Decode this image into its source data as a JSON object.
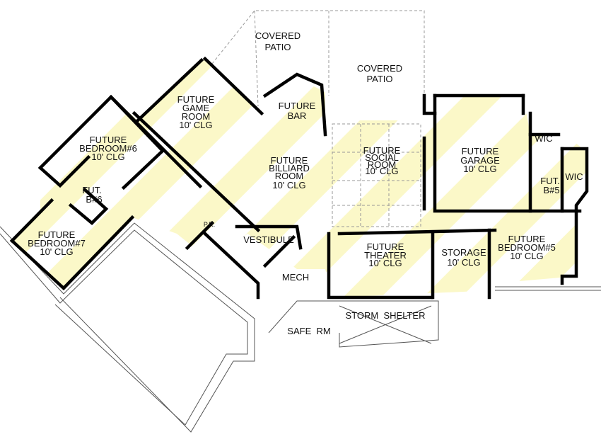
{
  "plan": {
    "stripe_color": "#fbf8c8",
    "wall_color": "#000000",
    "rooms": {
      "patio_left": {
        "lines": [
          "COVERED",
          "PATIO"
        ]
      },
      "patio_right": {
        "lines": [
          "COVERED",
          "PATIO"
        ]
      },
      "bar": {
        "lines": [
          "FUTURE",
          "BAR"
        ]
      },
      "game_room": {
        "lines": [
          "FUTURE",
          "GAME",
          "ROOM",
          "10' CLG"
        ]
      },
      "bedroom6": {
        "lines": [
          "FUTURE",
          "BEDROOM#6",
          "10' CLG"
        ]
      },
      "bath6": {
        "lines": [
          "FUT.",
          "B#6"
        ]
      },
      "bedroom7": {
        "lines": [
          "FUTURE",
          "BEDROOM#7",
          "10' CLG"
        ]
      },
      "billiard": {
        "lines": [
          "FUTURE",
          "BILLIARD",
          "ROOM",
          "10' CLG"
        ]
      },
      "social": {
        "lines": [
          "FUTURE",
          "SOCIAL",
          "ROOM",
          "10' CLG"
        ]
      },
      "garage": {
        "lines": [
          "FUTURE",
          "GARAGE",
          "10' CLG"
        ]
      },
      "wic1": {
        "lines": [
          "WIC"
        ]
      },
      "wic2": {
        "lines": [
          "WIC"
        ]
      },
      "bath5": {
        "lines": [
          "FUT.",
          "B#5"
        ]
      },
      "powder": {
        "lines": [
          "P.R."
        ]
      },
      "vestibule": {
        "lines": [
          "VESTIBULE"
        ]
      },
      "mech": {
        "lines": [
          "MECH"
        ]
      },
      "theater": {
        "lines": [
          "FUTURE",
          "THEATER",
          "10' CLG"
        ]
      },
      "storage": {
        "lines": [
          "STORAGE",
          "10' CLG"
        ]
      },
      "bedroom5": {
        "lines": [
          "FUTURE",
          "BEDROOM#5",
          "10' CLG"
        ]
      },
      "storm_shelter": {
        "lines": [
          "STORM  SHELTER"
        ]
      },
      "safe_room": {
        "lines": [
          "SAFE  RM"
        ]
      }
    }
  }
}
